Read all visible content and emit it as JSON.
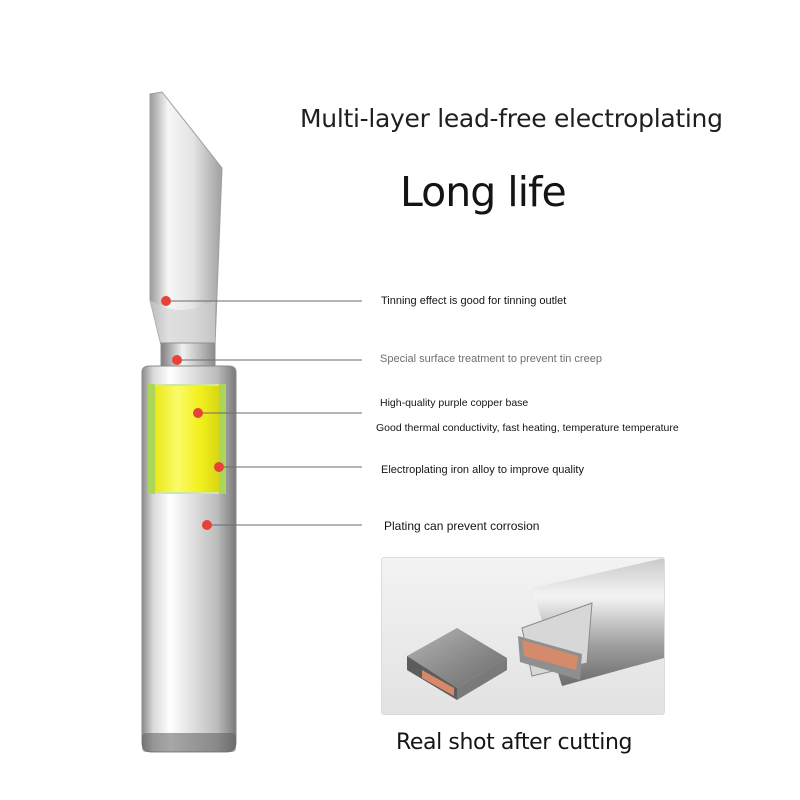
{
  "headline": "Multi-layer lead-free electroplating",
  "subheadline": "Long life",
  "callouts": [
    {
      "text": "Tinning effect is good for tinning outlet"
    },
    {
      "text": "Special surface treatment to prevent tin creep"
    },
    {
      "text": "High-quality purple copper base"
    },
    {
      "text": "Good thermal conductivity, fast heating, temperature temperature"
    },
    {
      "text": "Electroplating iron alloy to improve quality"
    },
    {
      "text": "Plating can prevent corrosion"
    }
  ],
  "photo_caption": "Real shot after cutting",
  "colors": {
    "callout_dot": "#e8413a",
    "copper_core": "#f4f21e",
    "plating_edge": "#a6d24a",
    "leader_line": "#6b6b6b"
  }
}
